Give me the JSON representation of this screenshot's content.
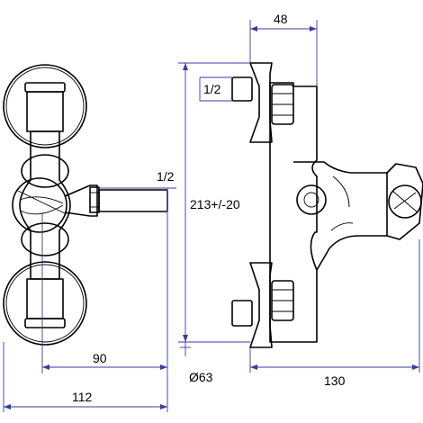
{
  "dimensions": {
    "top_width": "48",
    "thread_front": "1/2",
    "thread_side": "1/2",
    "height": "213+/-20",
    "rosette_diameter": "Ø63",
    "side_depth": "130",
    "lever_length": "90",
    "total_length": "112"
  },
  "colors": {
    "outline": "#000000",
    "dimension_line": "#3a3aa0",
    "background": "#ffffff"
  }
}
